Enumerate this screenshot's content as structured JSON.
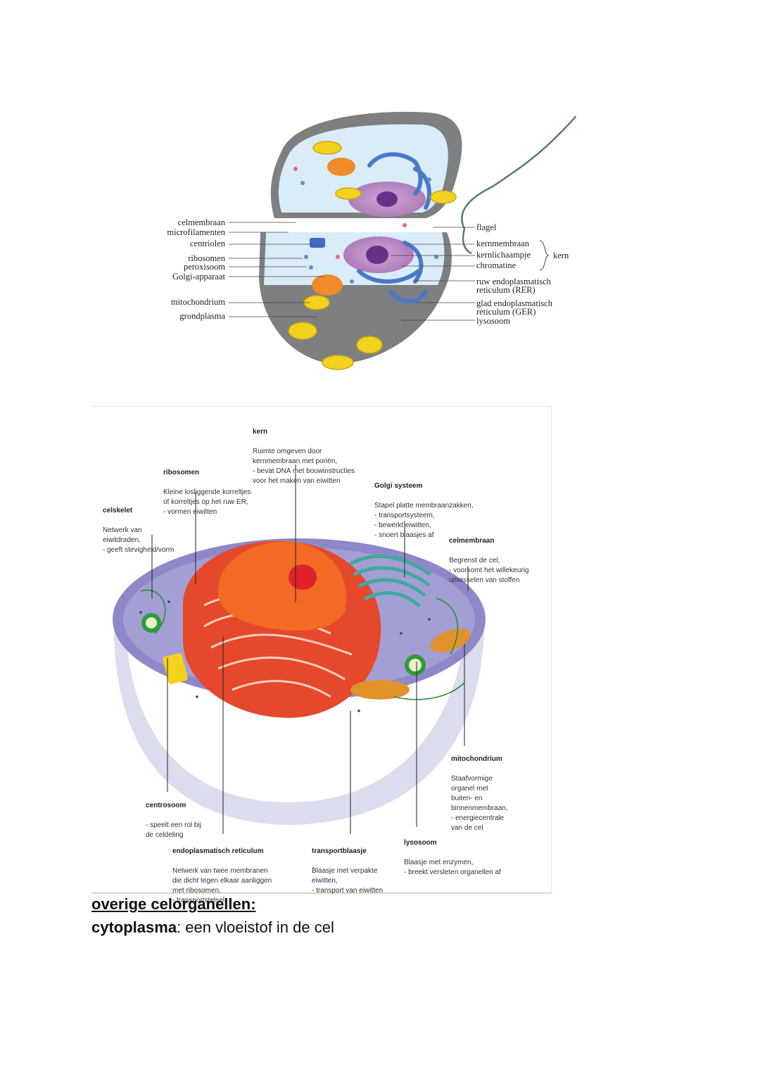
{
  "figure_top": {
    "labels_left": {
      "celmembraan": "celmembraan",
      "microfilamenten": "microfilamenten",
      "centriolen": "centriolen",
      "ribosomen": "ribosomen",
      "peroxisoom": "peroxisoom",
      "golgi": "Golgi-apparaat",
      "mitochondrium": "mitochondrium",
      "grondplasma": "grondplasma"
    },
    "labels_right": {
      "flagel": "flagel",
      "kernmembraan": "kernmembraan",
      "kernlichaampje": "kernlichaampje",
      "chromatine": "chromatine",
      "kern": "kern",
      "rer_1": "ruw endoplasmatisch",
      "rer_2": "reticulum (RER)",
      "ger_1": "glad endoplasmatisch",
      "ger_2": "reticulum (GER)",
      "lysosoom": "lysosoom"
    }
  },
  "figure_bottom": {
    "kern": {
      "title": "kern",
      "body": "Ruimte omgeven door\nkernmembraan met poriën,\n- bevat DNA met bouwinstructies\n  voor het maken van eiwitten"
    },
    "ribosomen": {
      "title": "ribosomen",
      "body": "Kleine losliggende korreltjes\nof korreltjes op het ruw ER,\n- vormen eiwitten"
    },
    "celskelet": {
      "title": "celskelet",
      "body": "Netwerk van\neiwitdraden,\n- geeft stevigheid/vorm"
    },
    "golgi": {
      "title": "Golgi systeem",
      "body": "Stapel platte membraanzakken,\n- transportsysteem,\n- bewerkt eiwitten,\n- snoert blaasjes af"
    },
    "celmembraan": {
      "title": "celmembraan",
      "body": "Begrenst de cel,\n- voorkomt het willekeurig\n  uitwisselen van stoffen"
    },
    "mitochondrium": {
      "title": "mitochondrium",
      "body": "Staafvormige\norganel met\nbuiten- en\nbinnenmembraan,\n- energiecentrale\n  van de cel"
    },
    "centrosoom": {
      "title": "centrosoom",
      "body": "- speelt een rol bij\n  de celdeling"
    },
    "er": {
      "title": "endoplasmatisch reticulum",
      "body": "Netwerk van twee membranen\ndie dicht tegen elkaar aanliggen\nmet ribosomen,\n- transportstelsel"
    },
    "transportblaasje": {
      "title": "transportblaasje",
      "body": "Blaasje met verpakte\neiwitten,\n- transport van eiwitten"
    },
    "lysosoom": {
      "title": "lysosoom",
      "body": "Blaasje met enzymen,\n- breekt versleten organellen af"
    }
  },
  "text": {
    "heading": "overige celorganellen:",
    "term": "cytoplasma",
    "definition": ": een vloeistof in de cel"
  },
  "colors": {
    "cytoplasm": "#d9ecf7",
    "membrane_grey": "#7d7f80",
    "nucleus": "#b98cc0",
    "er_blue": "#4a78c8",
    "mitochondria": "#f2d21f",
    "golgi": "#f08a2a",
    "cell_purple": "#8e88c8",
    "rer_red": "#e5482b",
    "golgi_teal": "#3fa9a0"
  }
}
